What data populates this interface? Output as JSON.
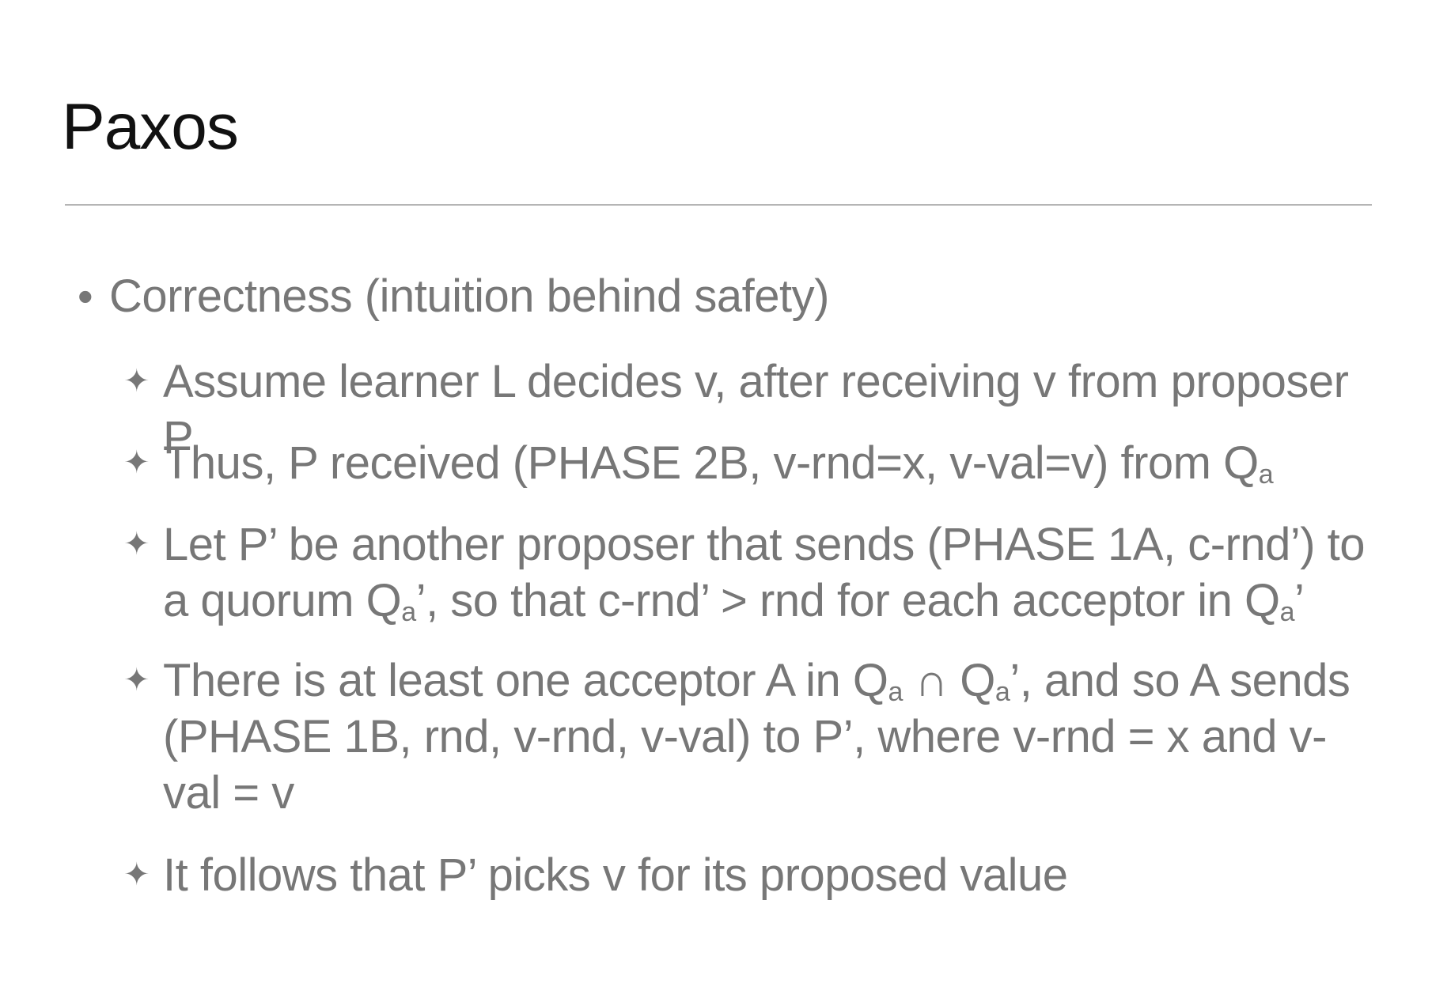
{
  "slide": {
    "title": "Paxos"
  },
  "bullets": {
    "level1": {
      "marker": "•",
      "text": "Correctness (intuition behind safety)"
    },
    "level2_marker": "✦",
    "items": [
      {
        "text": "Assume learner L decides v, after receiving v from proposer P"
      },
      {
        "pre": "Thus, P received (PHASE 2B, v-rnd=x, v-val=v) from Q",
        "sub": "a"
      },
      {
        "pre": "Let P’ be another proposer that sends (PHASE 1A, c-rnd’) to a quorum Q",
        "sub1": "a",
        "mid": "’, so that c-rnd’ > rnd for each acceptor in Q",
        "sub2": "a",
        "post": "’"
      },
      {
        "pre": "There is at least one acceptor A in Q",
        "sub1": "a",
        "mid": " ∩ Q",
        "sub2": "a",
        "post": "’, and so A sends (PHASE 1B, rnd, v-rnd, v-val) to P’, where v-rnd = x and v-val = v"
      },
      {
        "text": "It follows that P’ picks v for its proposed value"
      }
    ]
  }
}
